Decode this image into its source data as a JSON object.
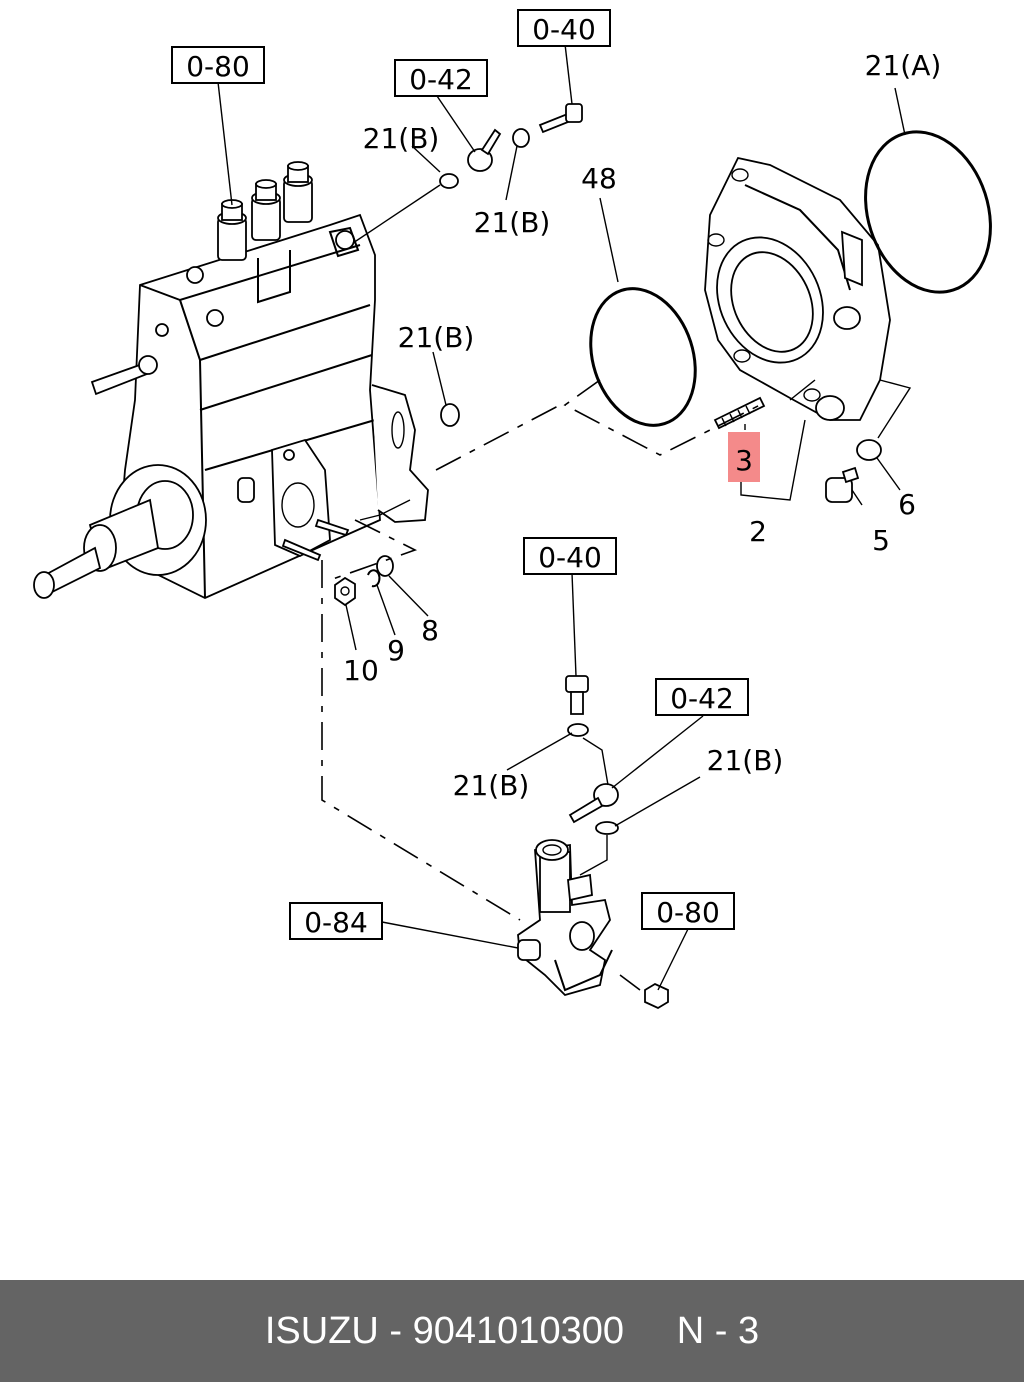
{
  "colors": {
    "background": "#ffffff",
    "footer_bg": "#646464",
    "footer_text": "#ffffff",
    "highlight": "#f48a8a"
  },
  "callouts": {
    "ref_0_80_top": "0-80",
    "ref_0_42_top": "0-42",
    "ref_0_40_top": "0-40",
    "ref_0_40_mid": "0-40",
    "ref_0_42_mid": "0-42",
    "ref_0_84": "0-84",
    "ref_0_80_bot": "0-80",
    "seal_21a": "21(A)",
    "washer_21b_1": "21(B)",
    "washer_21b_2": "21(B)",
    "washer_21b_3": "21(B)",
    "washer_21b_4": "21(B)",
    "washer_21b_5": "21(B)",
    "part_48": "48",
    "part_3": "3",
    "part_2": "2",
    "part_6": "6",
    "part_5": "5",
    "part_8": "8",
    "part_9": "9",
    "part_10": "10"
  },
  "footer": {
    "brand": "ISUZU",
    "separator": "-",
    "part_number": "9041010300",
    "position": "N - 3"
  }
}
